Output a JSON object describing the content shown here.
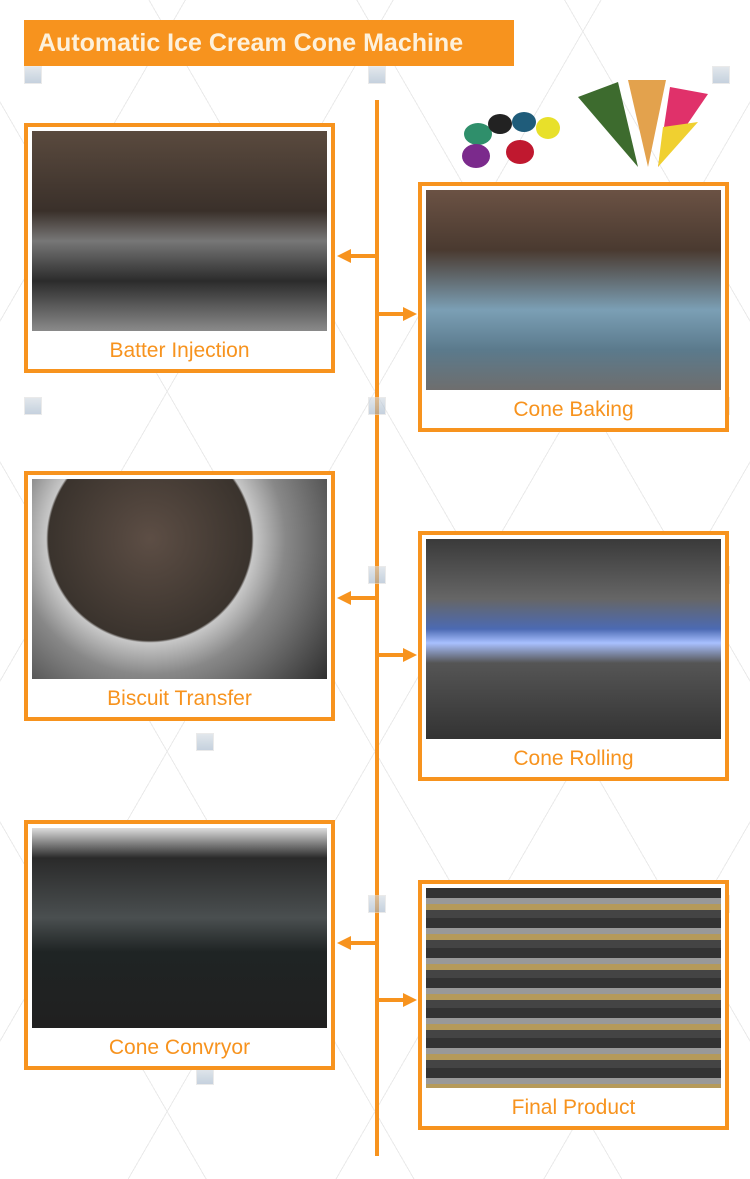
{
  "title": "Automatic Ice Cream Cone Machine",
  "steps": [
    {
      "label": "Batter Injection",
      "side": "left"
    },
    {
      "label": "Cone Baking",
      "side": "right"
    },
    {
      "label": "Biscuit Transfer",
      "side": "left"
    },
    {
      "label": "Cone Rolling",
      "side": "right"
    },
    {
      "label": "Cone Convryor",
      "side": "left"
    },
    {
      "label": "Final Product",
      "side": "right"
    }
  ],
  "accent": "#f7931e"
}
